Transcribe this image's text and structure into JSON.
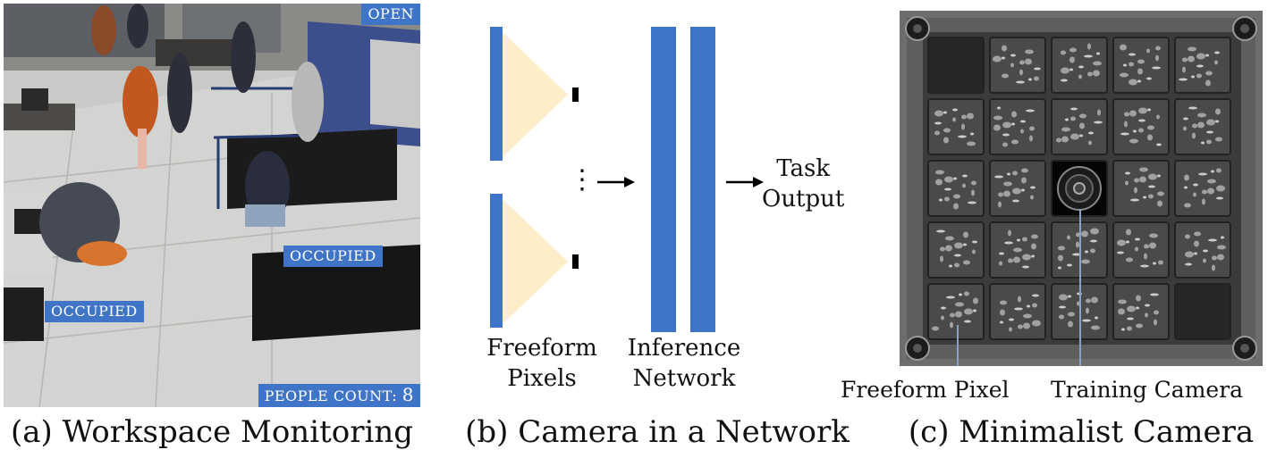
{
  "panel_a": {
    "caption": "(a) Workspace Monitoring",
    "badge_open": "OPEN",
    "badge_occupied_1": "OCCUPIED",
    "badge_occupied_2": "OCCUPIED",
    "badge_count_label": "PEOPLE COUNT:",
    "badge_count_value": "8"
  },
  "panel_b": {
    "caption": "(b) Camera in a Network",
    "pixels_label_line1": "Freeform",
    "pixels_label_line2": "Pixels",
    "network_label_line1": "Inference",
    "network_label_line2": "Network",
    "output_label_line1": "Task",
    "output_label_line2": "Output",
    "ellipsis": "⋮"
  },
  "panel_c": {
    "caption": "(c) Minimalist Camera",
    "label_pixel": "Freeform Pixel",
    "label_camera": "Training Camera"
  },
  "colors": {
    "accent": "#3f74c6",
    "cone": "#fdeec9"
  }
}
